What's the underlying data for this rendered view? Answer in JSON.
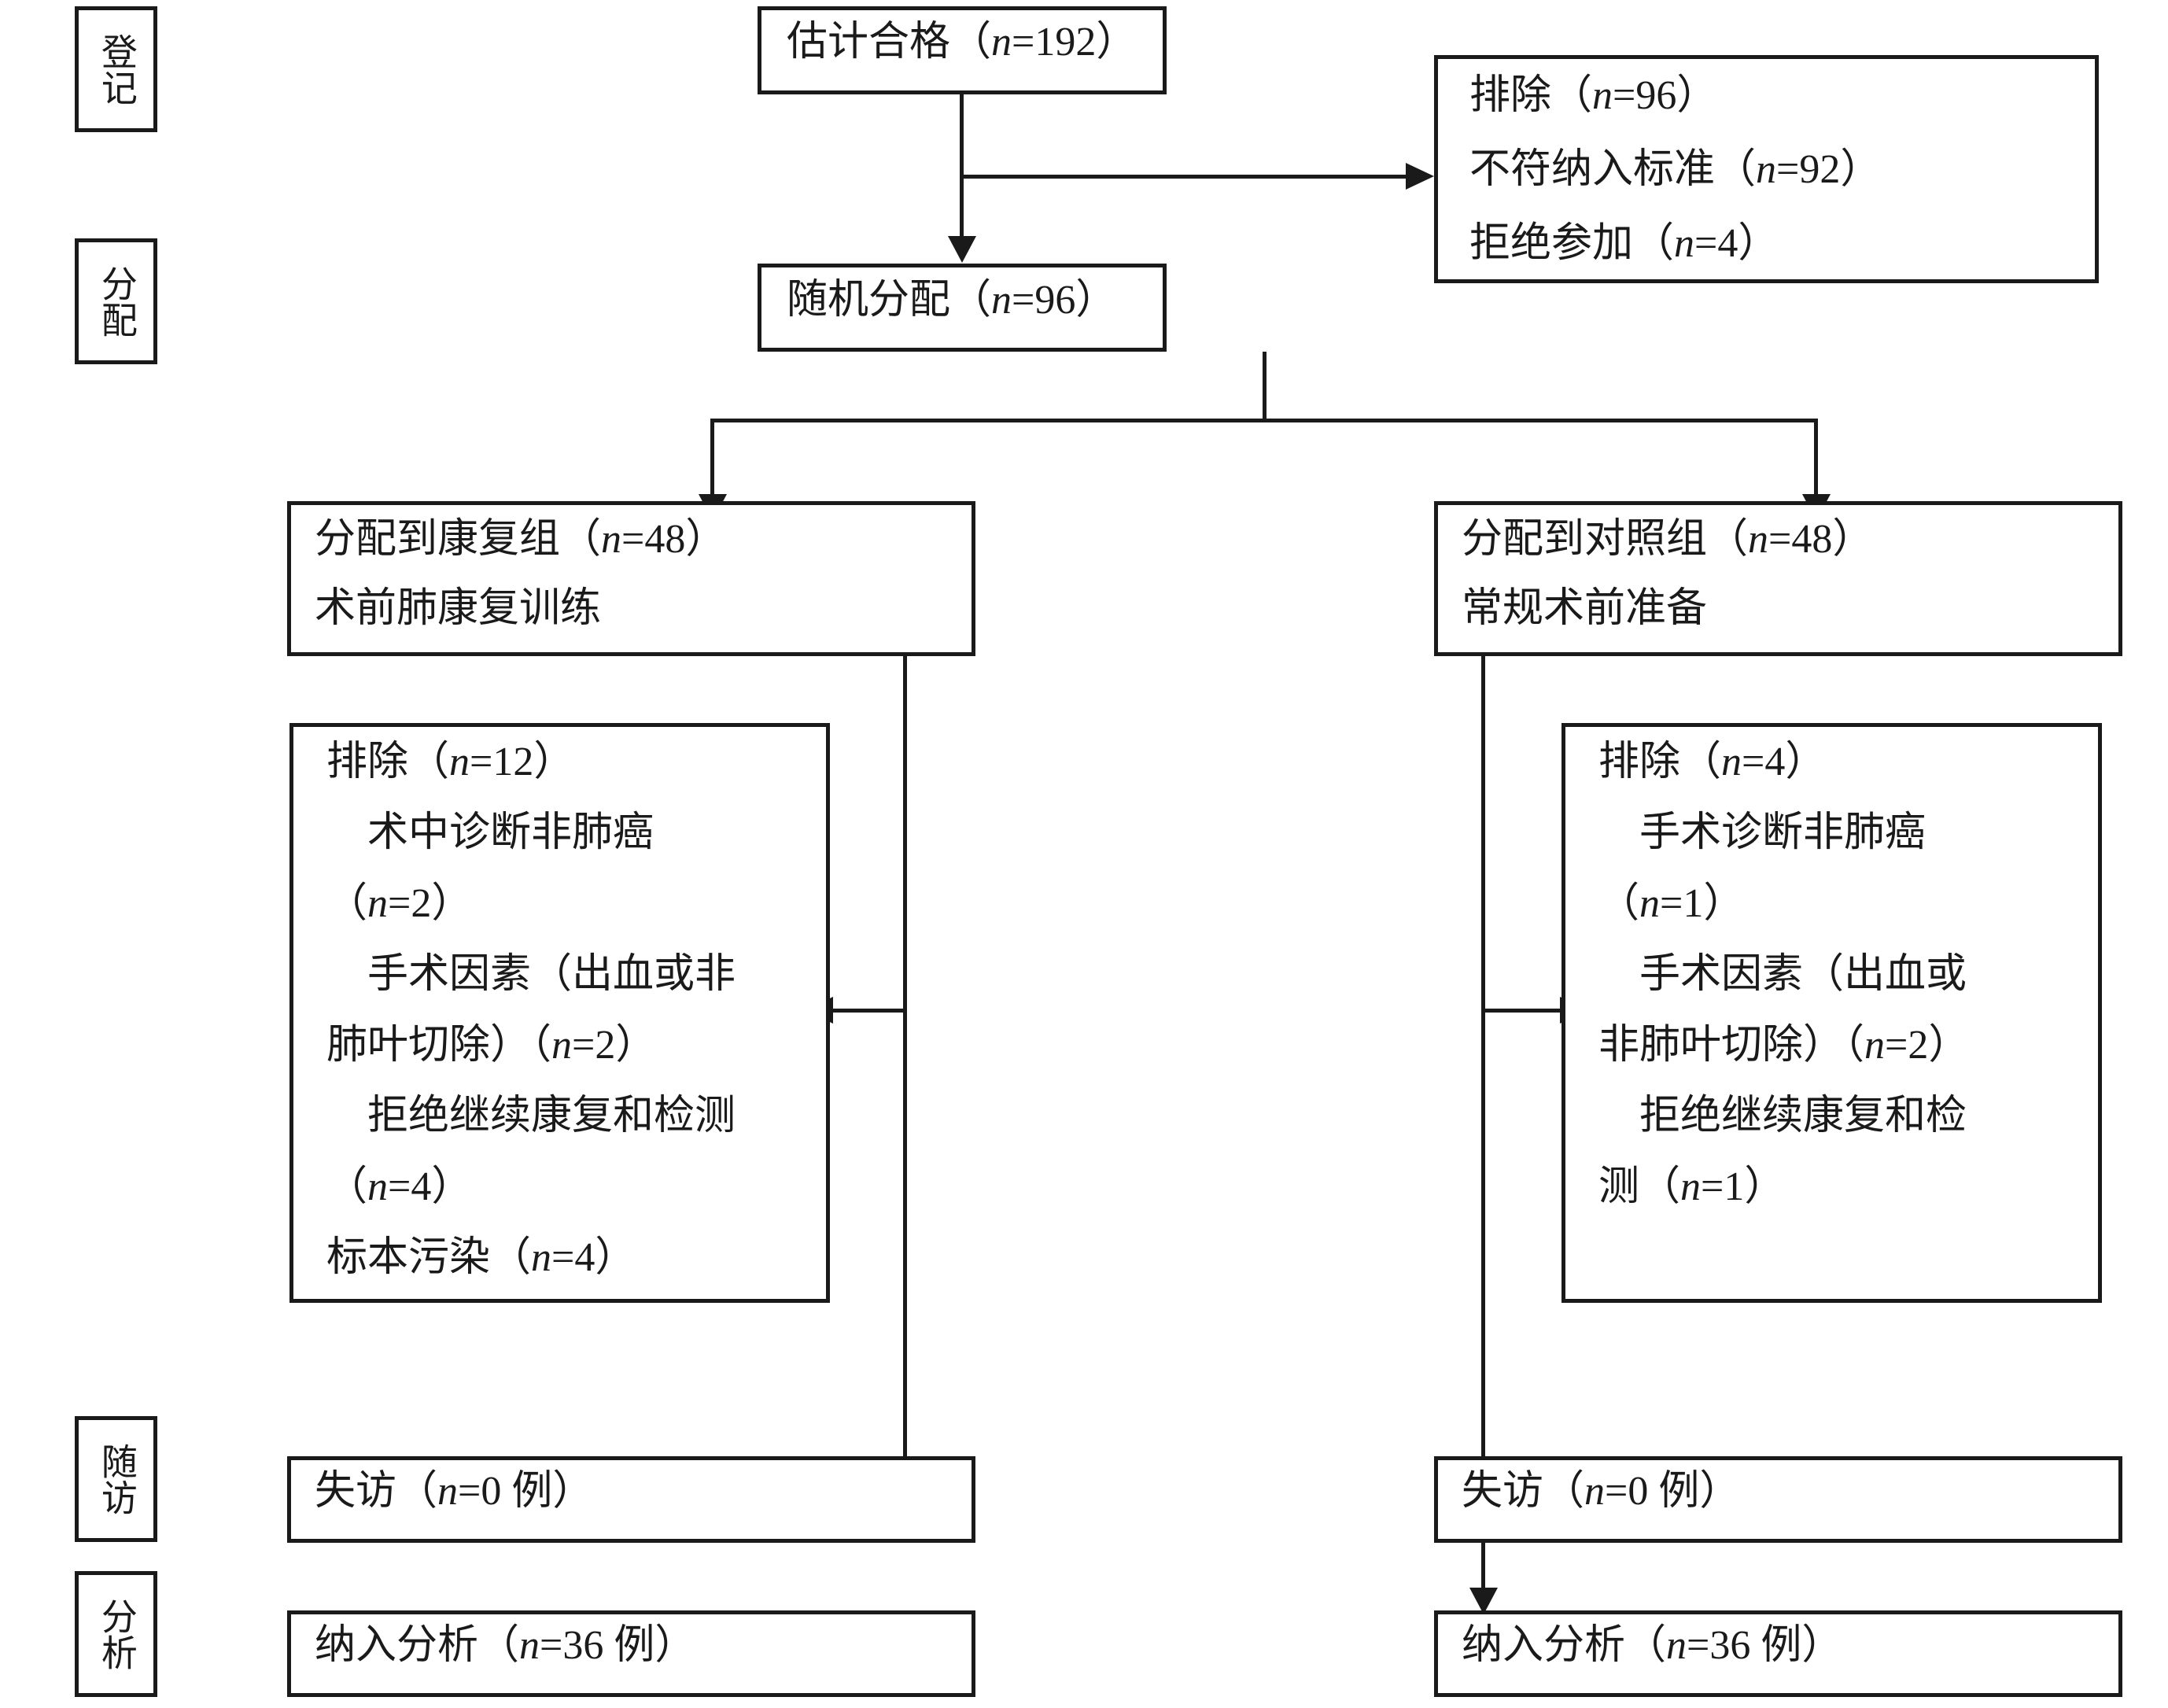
{
  "diagram": {
    "title": "CONSORT 研究流程图",
    "line_color": "#1a1a1a",
    "background": "#ffffff"
  },
  "stages": [
    {
      "id": "enrollment",
      "label": "登记"
    },
    {
      "id": "allocation",
      "label": "分配"
    },
    {
      "id": "followup",
      "label": "随访"
    },
    {
      "id": "analysis",
      "label": "分析"
    }
  ],
  "nodes": {
    "eligible": {
      "lines": [
        {
          "pre": "估计合格（",
          "n": "n",
          "post": "=192）"
        }
      ]
    },
    "excluded_top": {
      "lines": [
        {
          "pre": "排除（",
          "n": "n",
          "post": "=96）"
        },
        {
          "pre": "不符纳入标准（",
          "n": "n",
          "post": "=92）"
        },
        {
          "pre": "拒绝参加（",
          "n": "n",
          "post": "=4）"
        }
      ]
    },
    "randomized": {
      "lines": [
        {
          "pre": "随机分配（",
          "n": "n",
          "post": "=96）"
        }
      ]
    },
    "alloc_left": {
      "lines": [
        {
          "pre": "分配到康复组（",
          "n": "n",
          "post": "=48）"
        },
        {
          "pre": "术前肺康复训练",
          "n": "",
          "post": ""
        }
      ]
    },
    "alloc_right": {
      "lines": [
        {
          "pre": "分配到对照组（",
          "n": "n",
          "post": "=48）"
        },
        {
          "pre": "常规术前准备",
          "n": "",
          "post": ""
        }
      ]
    },
    "excluded_left": {
      "lines": [
        {
          "pre": "排除（",
          "n": "n",
          "post": "=12）"
        },
        {
          "pre": "　术中诊断非肺癌",
          "n": "",
          "post": ""
        },
        {
          "pre": "（",
          "n": "n",
          "post": "=2）"
        },
        {
          "pre": "　手术因素（出血或非",
          "n": "",
          "post": ""
        },
        {
          "pre": "肺叶切除）（",
          "n": "n",
          "post": "=2）"
        },
        {
          "pre": "　拒绝继续康复和检测",
          "n": "",
          "post": ""
        },
        {
          "pre": "（",
          "n": "n",
          "post": "=4）"
        },
        {
          "pre": "标本污染（",
          "n": "n",
          "post": "=4）"
        }
      ]
    },
    "excluded_right": {
      "lines": [
        {
          "pre": "排除（",
          "n": "n",
          "post": "=4）"
        },
        {
          "pre": "　手术诊断非肺癌",
          "n": "",
          "post": ""
        },
        {
          "pre": "（",
          "n": "n",
          "post": "=1）"
        },
        {
          "pre": "　手术因素（出血或",
          "n": "",
          "post": ""
        },
        {
          "pre": "非肺叶切除）（",
          "n": "n",
          "post": "=2）"
        },
        {
          "pre": "　拒绝继续康复和检",
          "n": "",
          "post": ""
        },
        {
          "pre": "测（",
          "n": "n",
          "post": "=1）"
        }
      ]
    },
    "lost_left": {
      "lines": [
        {
          "pre": "失访（",
          "n": "n",
          "post": "=0 例）"
        }
      ]
    },
    "lost_right": {
      "lines": [
        {
          "pre": "失访（",
          "n": "n",
          "post": "=0 例）"
        }
      ]
    },
    "analyzed_left": {
      "lines": [
        {
          "pre": "纳入分析（",
          "n": "n",
          "post": "=36 例）"
        }
      ]
    },
    "analyzed_right": {
      "lines": [
        {
          "pre": "纳入分析（",
          "n": "n",
          "post": "=36 例）"
        }
      ]
    }
  }
}
